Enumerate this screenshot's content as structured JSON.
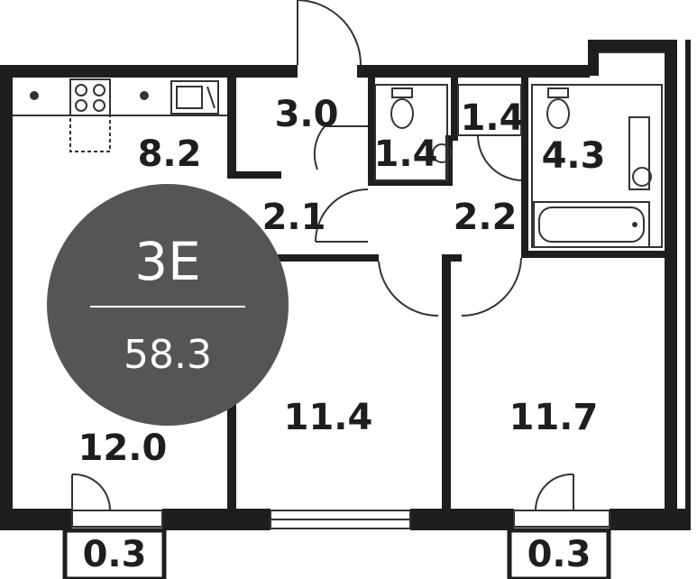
{
  "colors": {
    "wall": "#1e1e1e",
    "thin_line": "#333333",
    "badge": "#555555",
    "badge_text": "#ffffff"
  },
  "badge": {
    "code": "3E",
    "total_area": "58.3"
  },
  "rooms": {
    "kitchen": "8.2",
    "hall": "3.0",
    "wc": "1.4",
    "wc_vestibule": "1.4",
    "bathroom": "4.3",
    "corridor_left": "2.1",
    "corridor_right": "2.2",
    "living_room": "12.0",
    "bedroom_middle": "11.4",
    "bedroom_right": "11.7",
    "balcony_left": "0.3",
    "balcony_right": "0.3"
  },
  "fixtures": [
    "stove-icon",
    "sink-icon",
    "toilet-icon",
    "bathtub-icon",
    "washbasin-icon"
  ]
}
